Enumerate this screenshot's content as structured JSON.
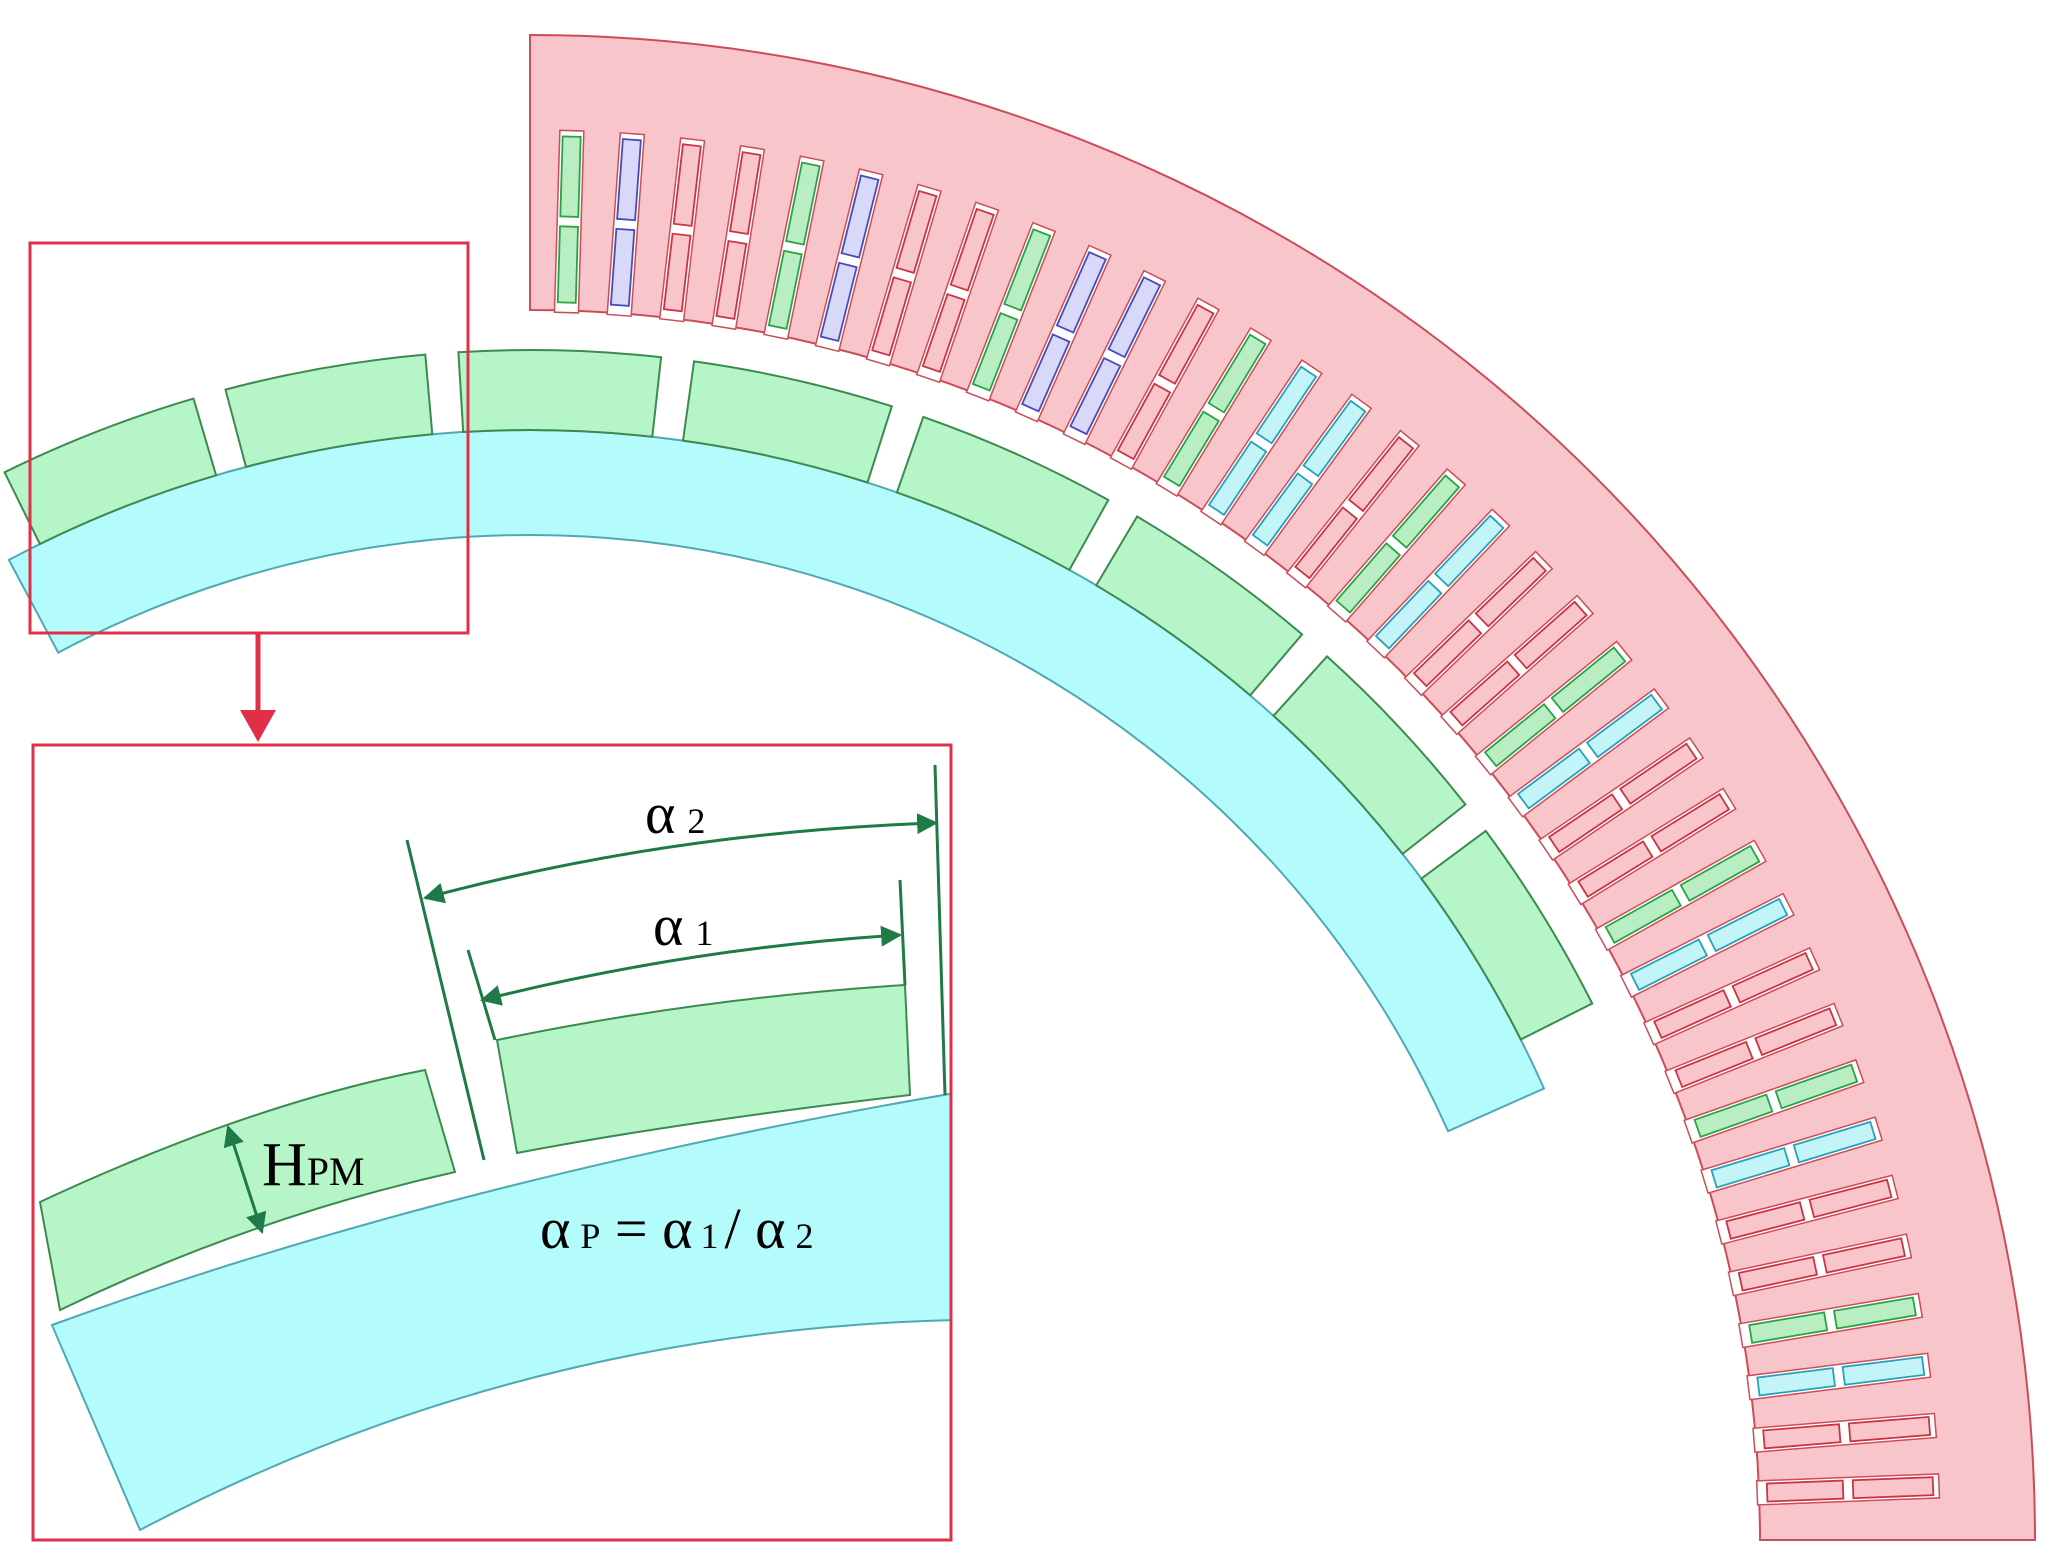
{
  "diagram": {
    "colors": {
      "stator": "#f8c6ca",
      "stator_stroke": "#cc4c58",
      "magnet": "#b5f5c8",
      "magnet_stroke": "#3c8a50",
      "rotor_core": "#b4fbfb",
      "rotor_stroke": "#4fa9b4",
      "callout": "#e03048",
      "dimension": "#1e7a46",
      "coil_green": "#b8eec2",
      "coil_green_stroke": "#2aa344",
      "coil_blue": "#d8d8f8",
      "coil_blue_stroke": "#4a4ab8",
      "coil_cyan": "#c2f4f8",
      "coil_cyan_stroke": "#2aa0b8",
      "coil_red": "#f8c6ca",
      "coil_red_stroke": "#cc3442"
    },
    "stator_slot_count": 36,
    "magnet_count": 8,
    "coil_phase_pattern": [
      "green",
      "blue",
      "red",
      "red",
      "green",
      "blue",
      "red",
      "red",
      "green",
      "blue",
      "blue",
      "red",
      "green",
      "cyan",
      "cyan",
      "red",
      "green",
      "cyan",
      "red",
      "red",
      "green",
      "cyan",
      "red",
      "red",
      "green",
      "cyan",
      "red",
      "red",
      "green",
      "cyan",
      "red",
      "red",
      "green",
      "cyan",
      "red",
      "red"
    ],
    "labels": {
      "alpha2": "α",
      "alpha2_sub": "2",
      "alpha1": "α",
      "alpha1_sub": "1",
      "hpm_main": "H",
      "hpm_sub": "PM",
      "ratio_lhs": "α",
      "ratio_lhs_sub": "P",
      "ratio_eq": " = ",
      "ratio_num": "α",
      "ratio_num_sub": "1",
      "ratio_div": "/ ",
      "ratio_den": "α",
      "ratio_den_sub": "2"
    }
  }
}
